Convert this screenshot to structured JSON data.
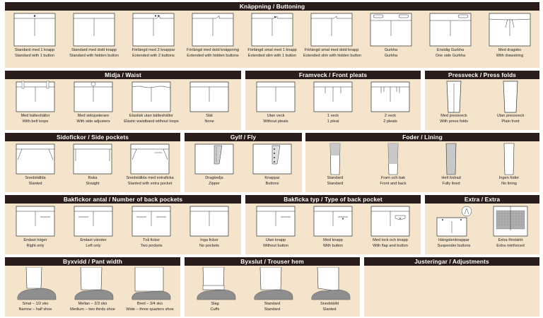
{
  "colors": {
    "panel_bg": "#f4e4cc",
    "header_bg": "#2a1c1a",
    "header_text": "#ffffff",
    "garment_fill": "#ffffff",
    "lining_fill": "#c8c8c8",
    "shoe_fill": "#8e8e8e"
  },
  "sections": {
    "buttoning": {
      "title": "Knäppning / Buttoning",
      "items": [
        {
          "sv": "Standard med 1 knapp",
          "en": "Standard with 1 button"
        },
        {
          "sv": "Standard med dold knapp",
          "en": "Standard with hidden button"
        },
        {
          "sv": "Förlängd med 2 knappar",
          "en": "Extended with 2 buttons"
        },
        {
          "sv": "Förlängd med dold knäppning",
          "en": "Extended with hidden buttons"
        },
        {
          "sv": "Förlängd smal med 1 knapp",
          "en": "Extended slim with 1 button"
        },
        {
          "sv": "Förlängd smal med dold knapp",
          "en": "Extended slim with hidden button"
        },
        {
          "sv": "Gurkha",
          "en": "Gurkha"
        },
        {
          "sv": "Ensidig Gurkha",
          "en": "One side Gurkha"
        },
        {
          "sv": "Med dragsko",
          "en": "With drawstring"
        }
      ]
    },
    "waist": {
      "title": "Midja / Waist",
      "items": [
        {
          "sv": "Med bälteshällor",
          "en": "With belt loops"
        },
        {
          "sv": "Med sidojusterare",
          "en": "With side adjusters"
        },
        {
          "sv": "Elastisk utan bälteshällor",
          "en": "Elastic waistband without loops"
        },
        {
          "sv": "Slät",
          "en": "None"
        }
      ]
    },
    "front_pleats": {
      "title": "Framveck / Front pleats",
      "items": [
        {
          "sv": "Utan veck",
          "en": "Without pleats"
        },
        {
          "sv": "1 veck",
          "en": "1 pleat"
        },
        {
          "sv": "2 veck",
          "en": "2 pleats"
        }
      ]
    },
    "press_folds": {
      "title": "Pressveck / Press folds",
      "items": [
        {
          "sv": "Med pressveck",
          "en": "With press folds"
        },
        {
          "sv": "Utan pressveck",
          "en": "Plain front"
        }
      ]
    },
    "side_pockets": {
      "title": "Sidofickor / Side pockets",
      "items": [
        {
          "sv": "Snedställda",
          "en": "Slanted"
        },
        {
          "sv": "Raka",
          "en": "Straight"
        },
        {
          "sv": "Snedställda med extraficka",
          "en": "Slanted with extra pocket"
        }
      ]
    },
    "fly": {
      "title": "Gylf / Fly",
      "items": [
        {
          "sv": "Dragkedja",
          "en": "Zipper"
        },
        {
          "sv": "Knappar",
          "en": "Buttons"
        }
      ]
    },
    "lining": {
      "title": "Foder / Lining",
      "items": [
        {
          "sv": "Standard",
          "en": "Standard"
        },
        {
          "sv": "Fram och bak",
          "en": "Front and back"
        },
        {
          "sv": "Helt fodrad",
          "en": "Fully lined"
        },
        {
          "sv": "Ingen foder",
          "en": "No lining"
        }
      ]
    },
    "back_pockets": {
      "title": "Bakfickor antal / Number of back pockets",
      "items": [
        {
          "sv": "Endast höger",
          "en": "Right only"
        },
        {
          "sv": "Endast vänster",
          "en": "Left only"
        },
        {
          "sv": "Två fickor",
          "en": "Two pockets"
        },
        {
          "sv": "Inga fickor",
          "en": "No pockets"
        }
      ]
    },
    "back_pocket_type": {
      "title": "Bakficka typ / Type of back pocket",
      "items": [
        {
          "sv": "Utan knapp",
          "en": "Without button"
        },
        {
          "sv": "Med knapp",
          "en": "With button"
        },
        {
          "sv": "Med lock och knapp",
          "en": "With flap and button"
        }
      ]
    },
    "extra": {
      "title": "Extra / Extra",
      "items": [
        {
          "sv": "Hängslenknappar",
          "en": "Suspender buttons"
        },
        {
          "sv": "Extra förstärkt",
          "en": "Extra reinforced"
        }
      ]
    },
    "pant_width": {
      "title": "Byxvidd / Pant width",
      "items": [
        {
          "sv": "Smal – 1/2 sko",
          "en": "Narrow – half shoe"
        },
        {
          "sv": "Mellan – 2/3 sko",
          "en": "Medium – two thirds shoe"
        },
        {
          "sv": "Bred – 3/4 sko",
          "en": "Wide – three quarters shoe"
        }
      ]
    },
    "trouser_hem": {
      "title": "Byxslut / Trouser hem",
      "items": [
        {
          "sv": "Slag",
          "en": "Cuffs"
        },
        {
          "sv": "Standard",
          "en": "Standard"
        },
        {
          "sv": "Snedställd",
          "en": "Slanted"
        }
      ]
    },
    "adjustments": {
      "title": "Justeringar / Adjustments"
    }
  }
}
